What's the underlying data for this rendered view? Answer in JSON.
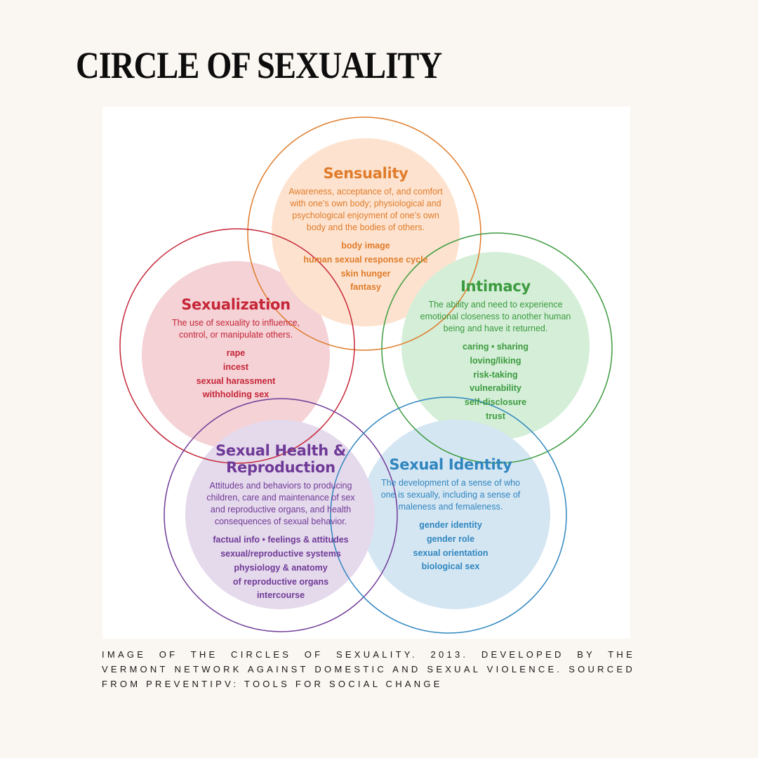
{
  "page": {
    "title": "CIRCLE OF SEXUALITY",
    "caption": "IMAGE OF THE CIRCLES OF SEXUALITY. 2013. DEVELOPED BY THE VERMONT NETWORK AGAINST DOMESTIC AND SEXUAL VIOLENCE. SOURCED FROM PREVENTIPV: TOOLS FOR SOCIAL CHANGE"
  },
  "circles": {
    "sensuality": {
      "title": "Sensuality",
      "description": "Awareness, acceptance of, and comfort with one’s own body; physiological and psychological enjoyment of one’s own body and the bodies of others.",
      "items": [
        "body image",
        "human sexual response cycle",
        "skin hunger",
        "fantasy"
      ],
      "color": "#e07b2a",
      "fill": "#fde3cf"
    },
    "intimacy": {
      "title": "Intimacy",
      "description": "The ability and need to experience emotional closeness to another human being and have it returned.",
      "items": [
        "caring • sharing",
        "loving/liking",
        "risk-taking",
        "vulnerability",
        "self-disclosure",
        "trust"
      ],
      "color": "#3c9b3e",
      "fill": "#d4eed8"
    },
    "sexualization": {
      "title": "Sexualization",
      "description": "The use of sexuality to influence, control, or manipulate others.",
      "items": [
        "rape",
        "incest",
        "sexual harassment",
        "withholding sex"
      ],
      "color": "#c62638",
      "fill": "#f4d2d6"
    },
    "sexual_health": {
      "title": "Sexual Health & Reproduction",
      "description": "Attitudes and behaviors to producing children, care and maintenance of sex and reproductive organs, and health consequences of sexual behavior.",
      "items": [
        "factual info • feelings & attitudes",
        "sexual/reproductive systems",
        "physiology & anatomy",
        "of reproductive organs",
        "intercourse"
      ],
      "color": "#6f3a97",
      "fill": "#e5d9ec"
    },
    "sexual_identity": {
      "title": "Sexual Identity",
      "description": "The development of a sense of who one is sexually, including a sense of maleness and femaleness.",
      "items": [
        "gender identity",
        "gender role",
        "sexual orientation",
        "biological sex"
      ],
      "color": "#2f86bf",
      "fill": "#d5e6f3"
    }
  }
}
